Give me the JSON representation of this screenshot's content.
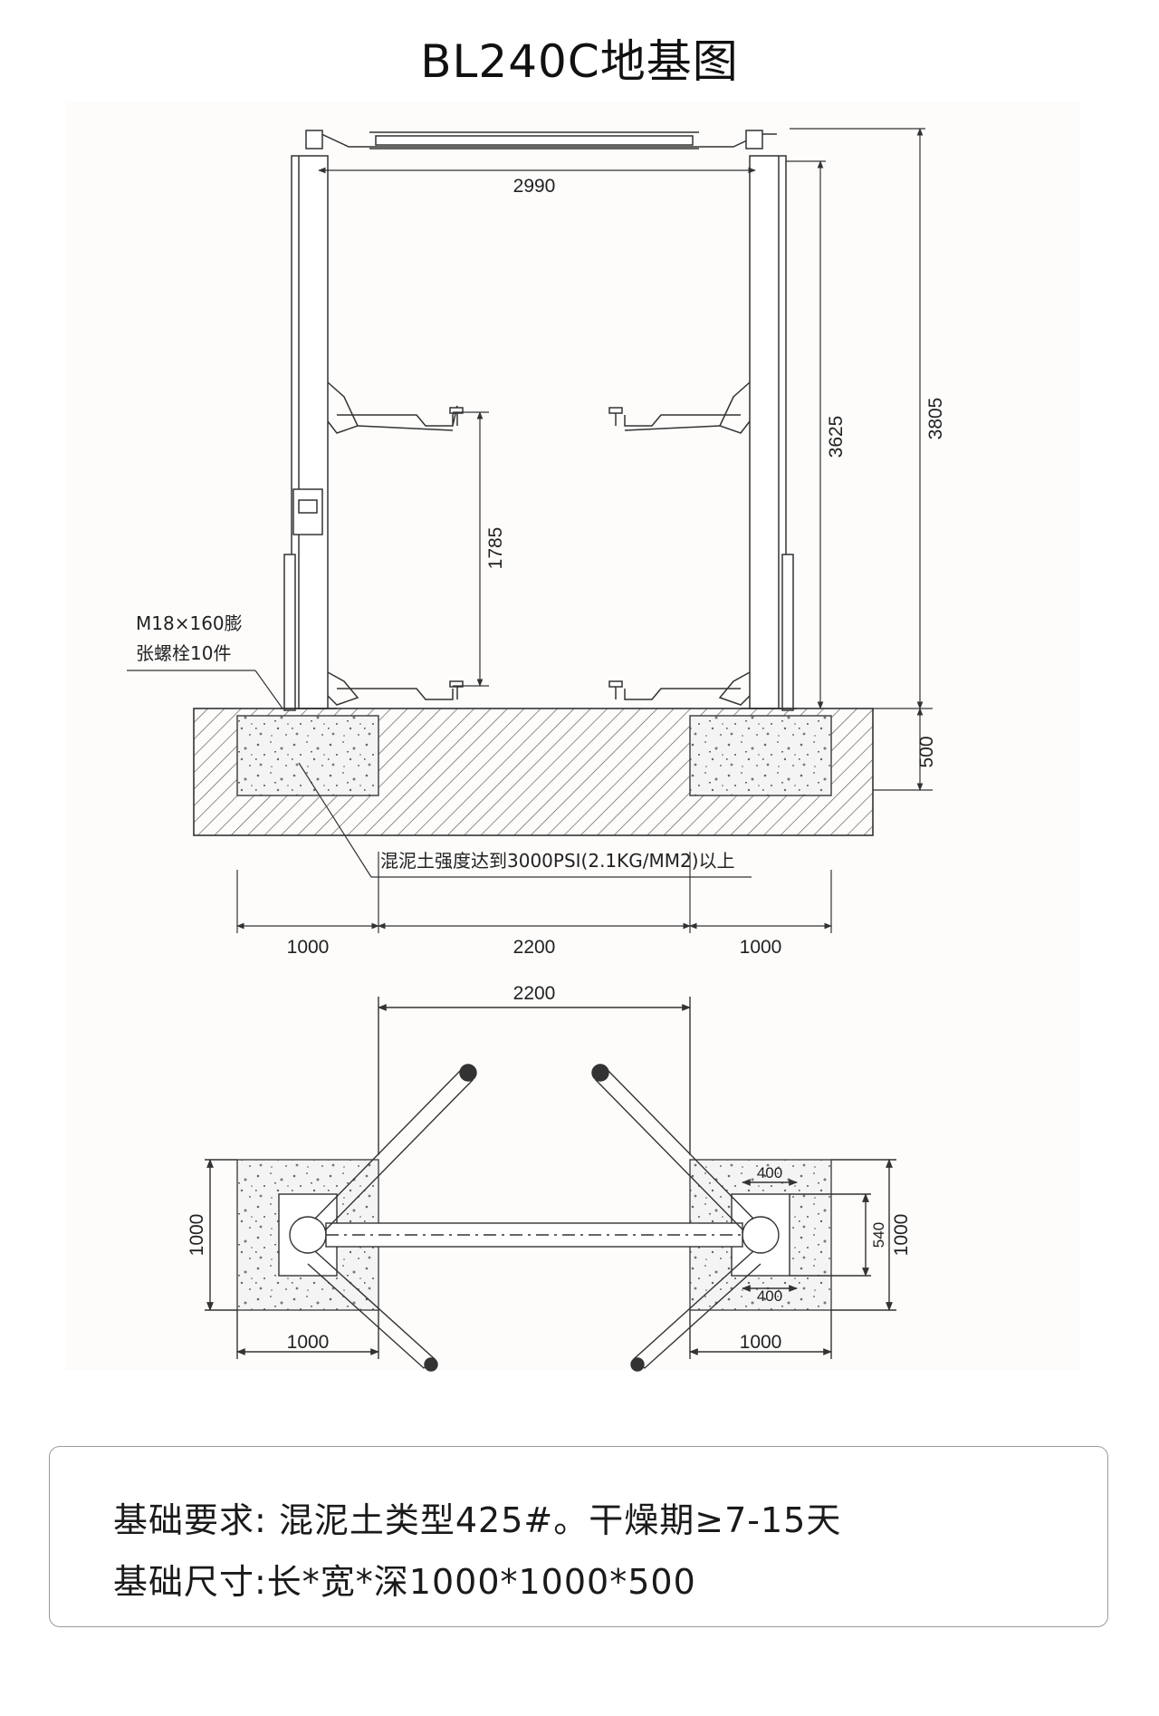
{
  "page": {
    "title": "BL240C地基图"
  },
  "elevation": {
    "column_spacing": "2990",
    "total_height": "3805",
    "column_height": "3625",
    "lift_travel": "1785",
    "foundation_depth": "500",
    "bolt_note_line1": "M18×160膨",
    "bolt_note_line2": "张螺栓10件",
    "concrete_note": "混泥土强度达到3000PSI(2.1KG/MM2)以上",
    "bottom_dims": [
      "1000",
      "2200",
      "1000"
    ]
  },
  "plan": {
    "spacing": "2200",
    "pad_side_left": "1000",
    "pad_width_left": "1000",
    "pad_side_right": "1000",
    "pad_width_right": "1000",
    "base_top": "400",
    "base_bottom": "400",
    "base_depth": "540"
  },
  "requirements": {
    "line1": "基础要求: 混泥土类型425#。干燥期≥7-15天",
    "line2": "基础尺寸:长*宽*深1000*1000*500"
  }
}
